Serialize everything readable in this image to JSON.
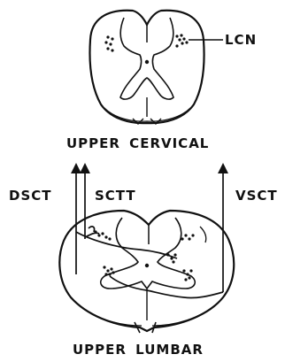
{
  "labels": {
    "lcn": "LCN",
    "upper_cervical": "UPPER CERVICAL",
    "dsct": "DSCT",
    "sctt": "SCTT",
    "vsct": "VSCT",
    "upper_lumbar": "UPPER LUMBAR"
  },
  "colors": {
    "ink": "#111111",
    "background": "#ffffff"
  }
}
